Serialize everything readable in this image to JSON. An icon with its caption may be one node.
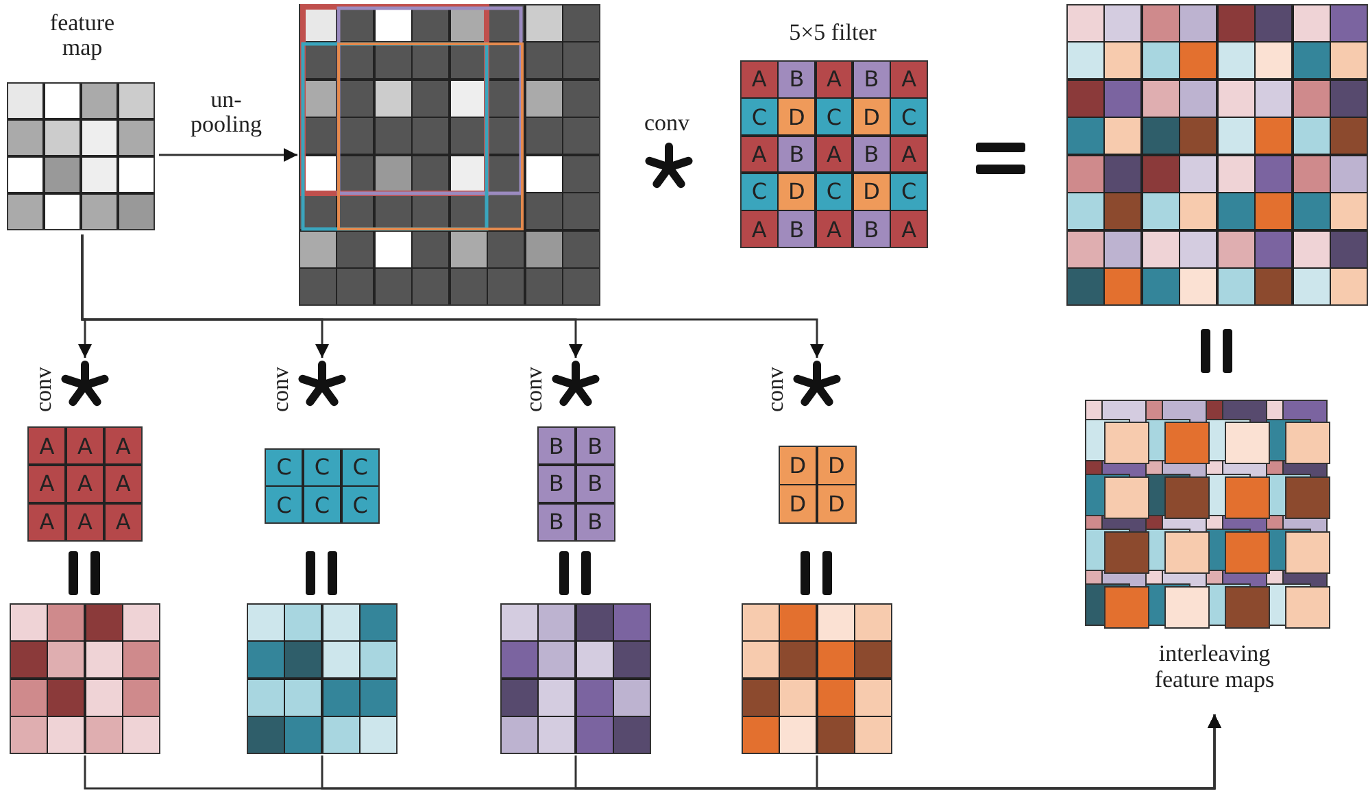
{
  "diagram": {
    "nodes": [
      {
        "text": [
          "feature map"
        ]
      },
      {
        "text": [],
        "shape": "box"
      },
      {
        "text": [
          "5×5 filter",
          "A",
          "B",
          "A",
          "B",
          "A",
          "C",
          "D",
          "C",
          "D",
          "C",
          "A",
          "B",
          "A",
          "B",
          "A",
          "C",
          "D",
          "C",
          "D",
          "C",
          "A",
          "B",
          "A",
          "B",
          "A"
        ]
      },
      {
        "text": [],
        "shape": "box"
      },
      {
        "text": [
          "conv",
          "A",
          "A",
          "A",
          "A",
          "A",
          "A",
          "A",
          "A",
          "A"
        ]
      },
      {
        "text": [
          "conv",
          "C",
          "C",
          "C",
          "C",
          "C",
          "C"
        ]
      },
      {
        "text": [
          "conv",
          "B",
          "B",
          "B",
          "B",
          "B",
          "B"
        ]
      },
      {
        "text": [
          "conv",
          "D",
          "D",
          "D",
          "D"
        ]
      },
      {
        "text": [],
        "shape": "box"
      },
      {
        "text": [],
        "shape": "box"
      },
      {
        "text": [],
        "shape": "box"
      },
      {
        "text": [],
        "shape": "box"
      },
      {
        "text": [
          "interleaving feature maps"
        ]
      }
    ],
    "edges": [
      {
        "from": 0,
        "to": 1,
        "arrow": "to",
        "label": "un-pooling"
      },
      {
        "from": 0,
        "to": 4,
        "arrow": "to"
      },
      {
        "from": 0,
        "to": 5,
        "arrow": "to"
      },
      {
        "from": 0,
        "to": 6,
        "arrow": "to"
      },
      {
        "from": 0,
        "to": 7,
        "arrow": "to"
      },
      {
        "from": 8,
        "to": 12,
        "arrow": "to"
      },
      {
        "from": 9,
        "to": 12,
        "arrow": "to"
      },
      {
        "from": 10,
        "to": 12,
        "arrow": "to"
      },
      {
        "from": 11,
        "to": 12,
        "arrow": "to"
      }
    ],
    "labels": [
      "conv"
    ]
  }
}
